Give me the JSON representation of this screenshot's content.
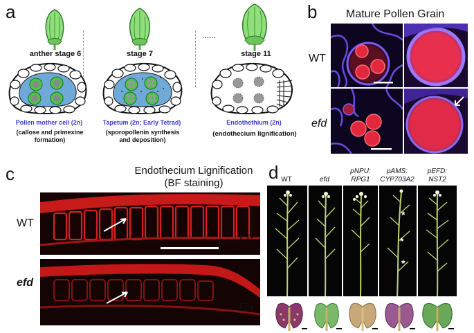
{
  "panel_a": {
    "label": "a",
    "stages": [
      {
        "title": "anther stage 6",
        "cell": "Pollen mother cell (2n)",
        "note": "(callose and primexine formation)"
      },
      {
        "title": "stage 7",
        "cell": "Tapetum (2n; Early Tetrad)",
        "note": "(sporopollenin synthesis and deposition)"
      },
      {
        "title": "stage 11",
        "cell": "Endothethium (2n)",
        "note": "(endothecium lignification)"
      }
    ],
    "ellipsis": "......"
  },
  "panel_b": {
    "label": "b",
    "title": "Mature Pollen Grain",
    "rows": [
      "WT",
      "efd"
    ]
  },
  "panel_c": {
    "label": "c",
    "title_line1": "Endothecium Lignification",
    "title_line2": "(BF staining)",
    "rows": [
      "WT",
      "efd"
    ],
    "en_label": "En"
  },
  "panel_d": {
    "label": "d",
    "columns": [
      {
        "line1": "WT",
        "line2": ""
      },
      {
        "line1": "efd",
        "line2": ""
      },
      {
        "line1": "pNPU:",
        "line2": "RPG1"
      },
      {
        "line1": "pAMS:",
        "line2": "CYP703A2"
      },
      {
        "line1": "pEFD:",
        "line2": "NST2"
      }
    ],
    "asterisk": "*"
  }
}
